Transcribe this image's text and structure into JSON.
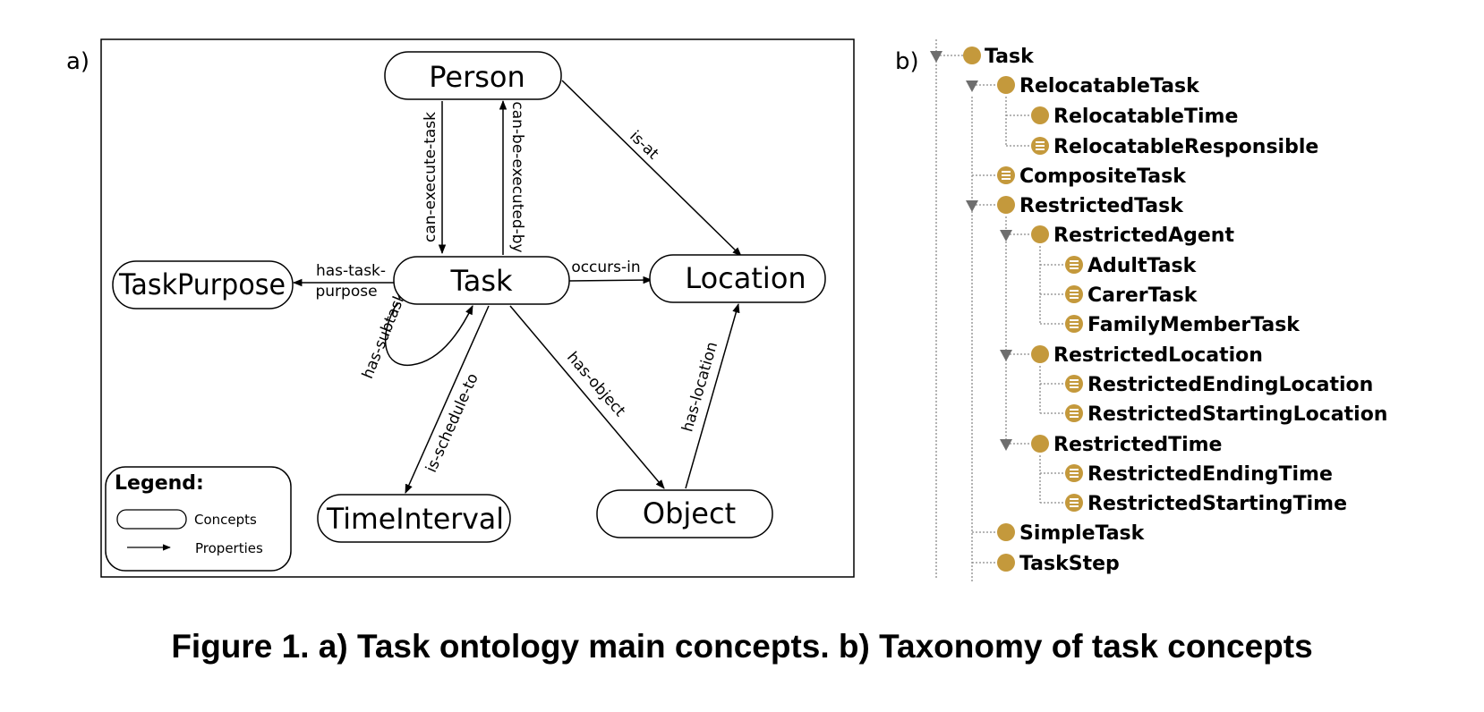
{
  "panel_a_label": "a)",
  "panel_b_label": "b)",
  "concepts": {
    "person": "Person",
    "task": "Task",
    "task_purpose": "TaskPurpose",
    "location": "Location",
    "time_interval": "TimeInterval",
    "object": "Object"
  },
  "properties": {
    "can_execute_task": "can-execute-task",
    "can_be_executed_by": "can-be-executed-by",
    "is_at": "is-at",
    "has_task_purpose_1": "has-task-",
    "has_task_purpose_2": "purpose",
    "occurs_in": "occurs-in",
    "has_subtask": "has-subtask",
    "is_schedule_to": "is-schedule-to",
    "has_object": "has-object",
    "has_location": "has-location"
  },
  "legend": {
    "title": "Legend:",
    "concepts_label": "Concepts",
    "properties_label": "Properties"
  },
  "taxonomy": {
    "task": "Task",
    "relocatable_task": "RelocatableTask",
    "relocatable_time": "RelocatableTime",
    "relocatable_responsible": "RelocatableResponsible",
    "composite_task": "CompositeTask",
    "restricted_task": "RestrictedTask",
    "restricted_agent": "RestrictedAgent",
    "adult_task": "AdultTask",
    "carer_task": "CarerTask",
    "family_member_task": "FamilyMemberTask",
    "restricted_location": "RestrictedLocation",
    "restricted_ending_location": "RestrictedEndingLocation",
    "restricted_starting_location": "RestrictedStartingLocation",
    "restricted_time": "RestrictedTime",
    "restricted_ending_time": "RestrictedEndingTime",
    "restricted_starting_time": "RestrictedStartingTime",
    "simple_task": "SimpleTask",
    "task_step": "TaskStep"
  },
  "caption": "Figure 1. a) Task ontology main concepts. b) Taxonomy of task concepts",
  "colors": {
    "class_icon": "#c4993c",
    "expand_arrow": "#6e6e6e",
    "tree_line": "#8a8a8a"
  }
}
